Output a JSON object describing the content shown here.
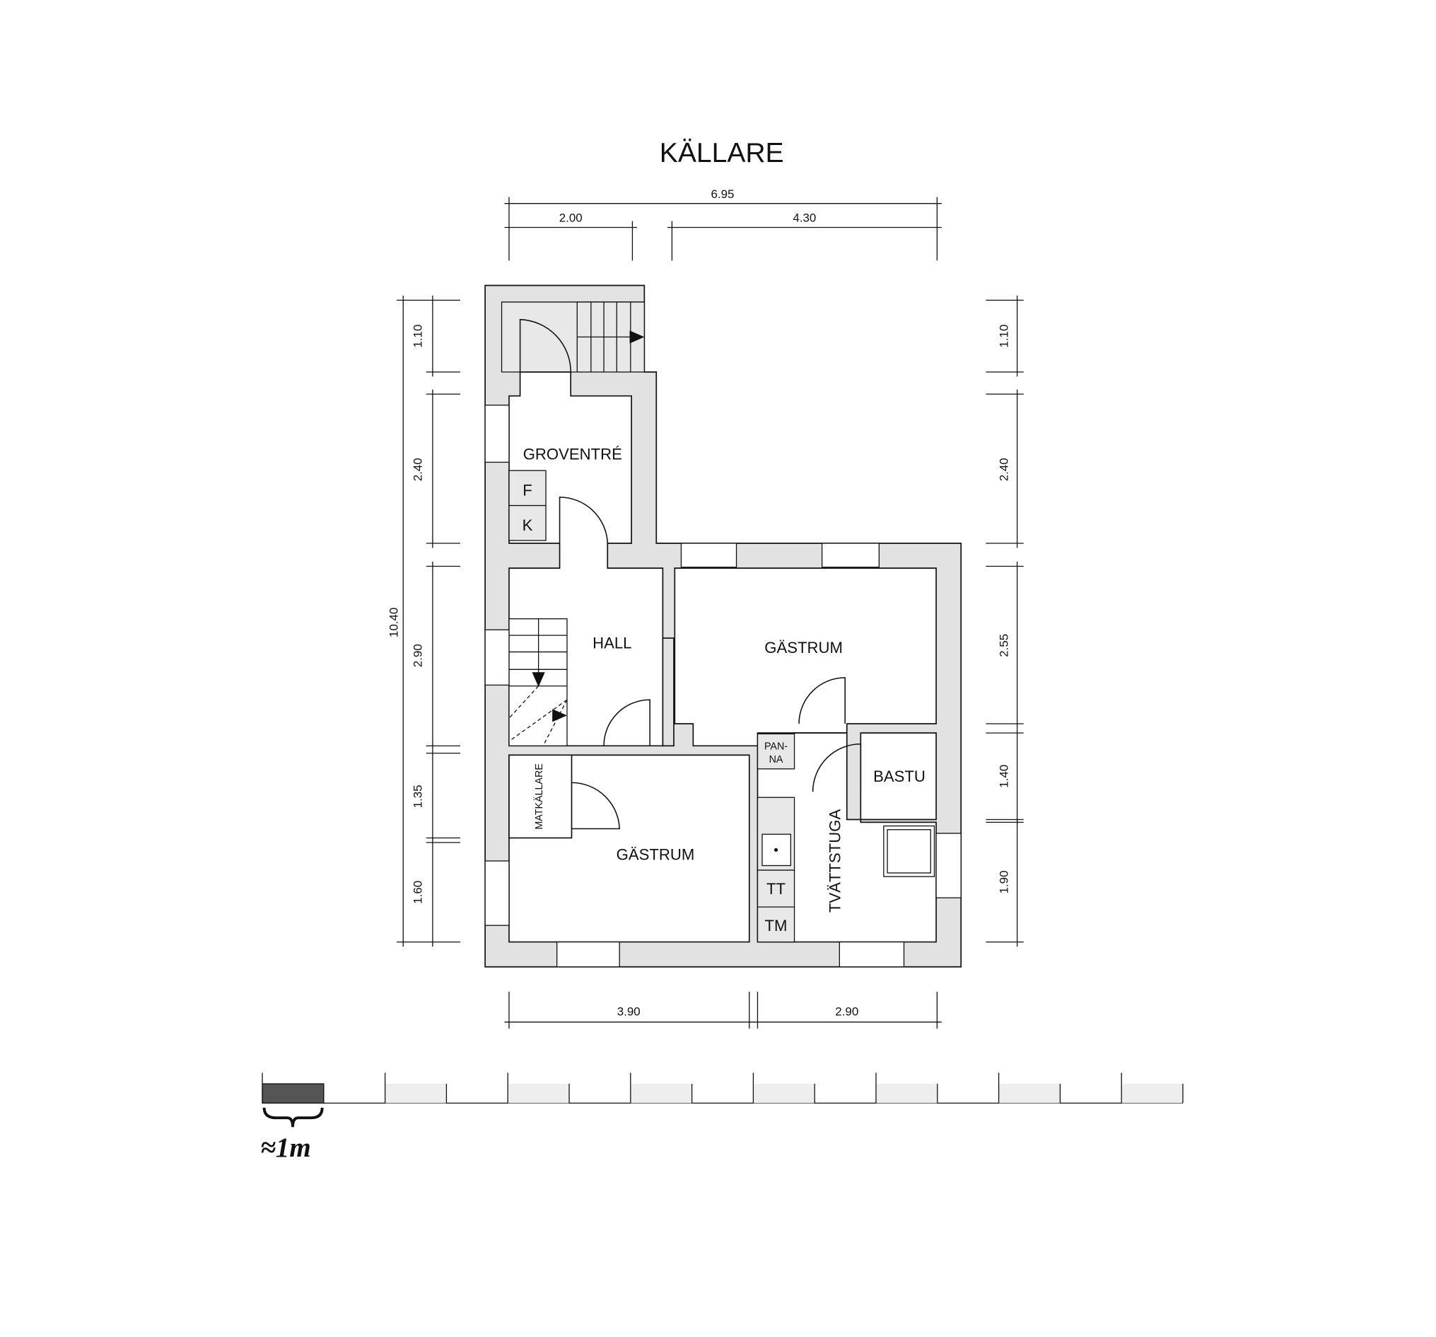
{
  "title": "KÄLLARE",
  "dimensions": {
    "top_total": "6.95",
    "top_left": "2.00",
    "top_right": "4.30",
    "left_total": "10.40",
    "left_segments": [
      "1.10",
      "2.40",
      "2.90",
      "1.35",
      "1.60"
    ],
    "right_segments": [
      "1.10",
      "2.40",
      "2.55",
      "1.40",
      "1.90"
    ],
    "bottom_left": "3.90",
    "bottom_right": "2.90"
  },
  "rooms": {
    "groventre": "GROVENTRÉ",
    "hall": "HALL",
    "gastrum_upper": "GÄSTRUM",
    "gastrum_lower": "GÄSTRUM",
    "matkallare": "MATKÄLLARE",
    "bastu": "BASTU",
    "tvattstuga": "TVÄTTSTUGA"
  },
  "fixtures": {
    "freezer": "F",
    "fridge": "K",
    "boiler_line1": "PAN-",
    "boiler_line2": "NA",
    "dryer": "TT",
    "washer": "TM"
  },
  "scale": {
    "label": "≈1m",
    "segments": 15
  }
}
